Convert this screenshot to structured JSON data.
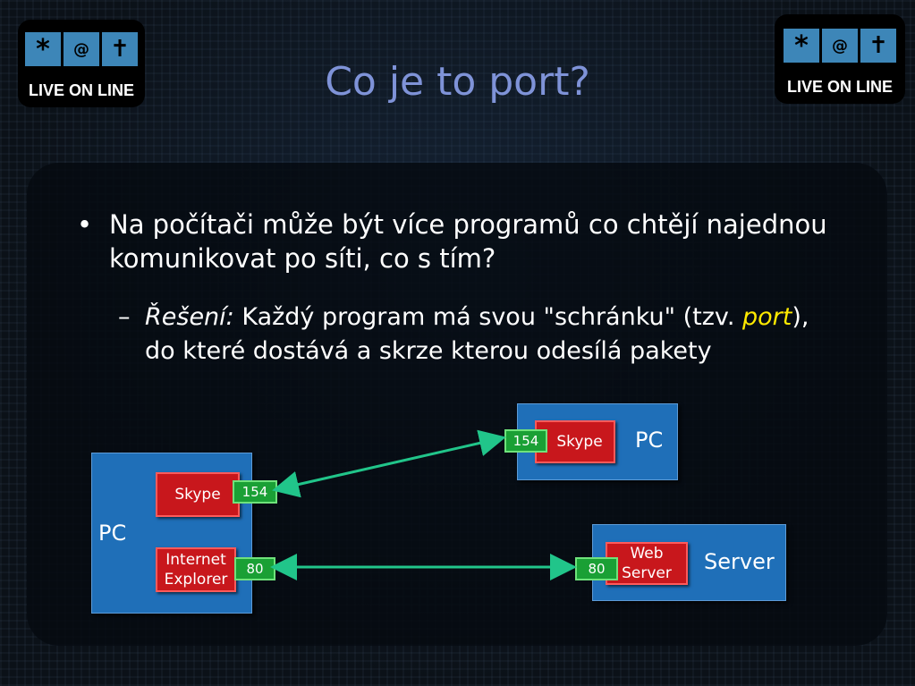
{
  "logo": {
    "symbols": [
      "*",
      "@",
      "✝"
    ],
    "caption": "LIVE ON LINE"
  },
  "title": "Co je to port?",
  "bullet": {
    "text": "Na počítači může být více programů co chtějí najednou komunikovat po síti, co s tím?"
  },
  "sub_bullet": {
    "dash": "–",
    "label": "Řešení:",
    "text_a": " Každý program má svou \"schránku\" (tzv. ",
    "highlight": "port",
    "text_b": "), do které dostává a skrze kterou odesílá pakety"
  },
  "diagram": {
    "pc_left": {
      "label": "PC",
      "apps": [
        {
          "name": "Skype",
          "port": "154"
        },
        {
          "name": "Internet Explorer",
          "port": "80"
        }
      ]
    },
    "pc_right": {
      "label": "PC",
      "app": {
        "name": "Skype",
        "port": "154"
      }
    },
    "server": {
      "label": "Server",
      "app": {
        "name": "Web Server",
        "port": "80"
      }
    },
    "colors": {
      "host": "#1f6fb8",
      "app": "#c8171c",
      "port": "#1aa035",
      "arrow": "#21c58a"
    }
  }
}
